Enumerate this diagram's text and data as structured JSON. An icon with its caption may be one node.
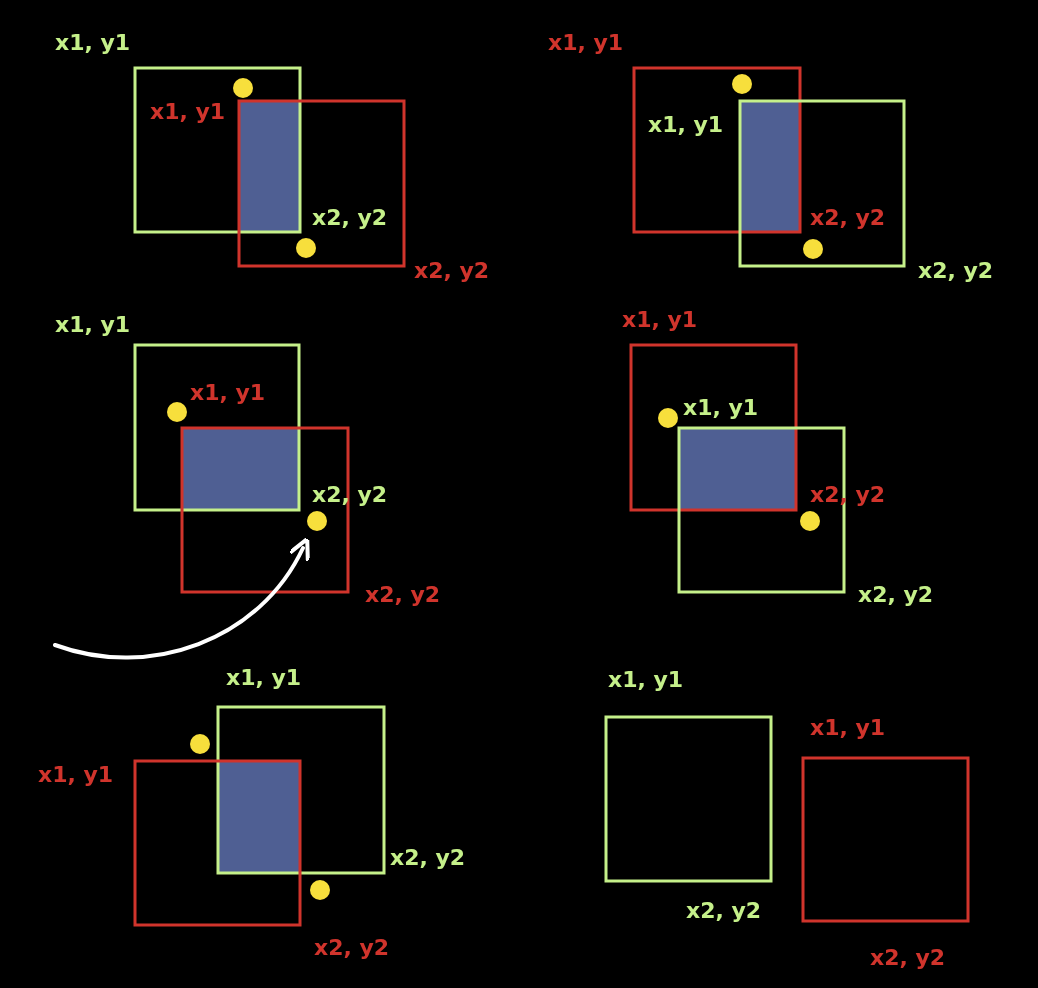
{
  "diagram": {
    "labels": [
      "x1, y1",
      "x1, y1",
      "x2, y2",
      "x2, y2",
      "x1, y1",
      "x1, y1",
      "x2, y2",
      "x2, y2",
      "x1, y1",
      "x1, y1",
      "x2, y2",
      "x2, y2",
      "x1, y1",
      "x1, y1",
      "x2, y2",
      "x2, y2",
      "x1, y1",
      "x1, y1",
      "x2, y2",
      "x2, y2",
      "x1, y1",
      "x1, y1",
      "x2, y2",
      "x2, y2"
    ]
  }
}
